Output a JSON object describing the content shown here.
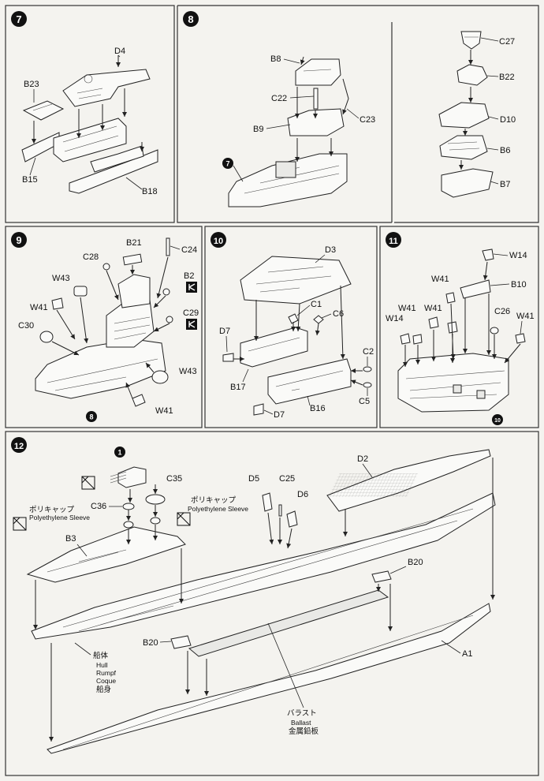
{
  "steps": {
    "s7": {
      "number": "7",
      "labels": {
        "d4": "D4",
        "b23": "B23",
        "b15": "B15",
        "b18": "B18"
      }
    },
    "s8": {
      "number": "8",
      "ref": "7",
      "labels": {
        "b8": "B8",
        "c22": "C22",
        "c23": "C23",
        "b9": "B9",
        "c27": "C27",
        "b22": "B22",
        "d10": "D10",
        "b6": "B6",
        "b7": "B7"
      }
    },
    "s9": {
      "number": "9",
      "ref": "8",
      "labels": {
        "b21": "B21",
        "c28": "C28",
        "c24": "C24",
        "w43a": "W43",
        "b2": "B2",
        "w41a": "W41",
        "c29": "C29",
        "c30": "C30",
        "w43b": "W43",
        "w41b": "W41"
      }
    },
    "s10": {
      "number": "10",
      "labels": {
        "d3": "D3",
        "c1": "C1",
        "c6": "C6",
        "d7a": "D7",
        "c2": "C2",
        "b17": "B17",
        "c5": "C5",
        "b16": "B16",
        "d7b": "D7"
      }
    },
    "s11": {
      "number": "11",
      "ref": "10",
      "labels": {
        "w14a": "W14",
        "w41a": "W41",
        "b10": "B10",
        "w41b": "W41",
        "w41c": "W41",
        "c26": "C26",
        "w41d": "W41",
        "w14b": "W14"
      }
    },
    "s12": {
      "number": "12",
      "ref": "1",
      "labels": {
        "c35": "C35",
        "c36": "C36",
        "b3": "B3",
        "d5": "D5",
        "c25": "C25",
        "d6": "D6",
        "d2": "D2",
        "b20a": "B20",
        "b20b": "B20",
        "a1": "A1"
      },
      "poly1_jp": "ポリキャップ",
      "poly1_en": "Polyethylene Sleeve",
      "poly2_jp": "ポリキャップ",
      "poly2_en": "Polyethylene Sleeve",
      "hull_jp": "船体",
      "hull_en": "Hull",
      "hull_de": "Rumpf",
      "hull_fr": "Coque",
      "hull_cn": "船身",
      "ballast_jp": "バラスト",
      "ballast_en": "Ballast",
      "ballast_cn": "金属鉛板"
    }
  }
}
